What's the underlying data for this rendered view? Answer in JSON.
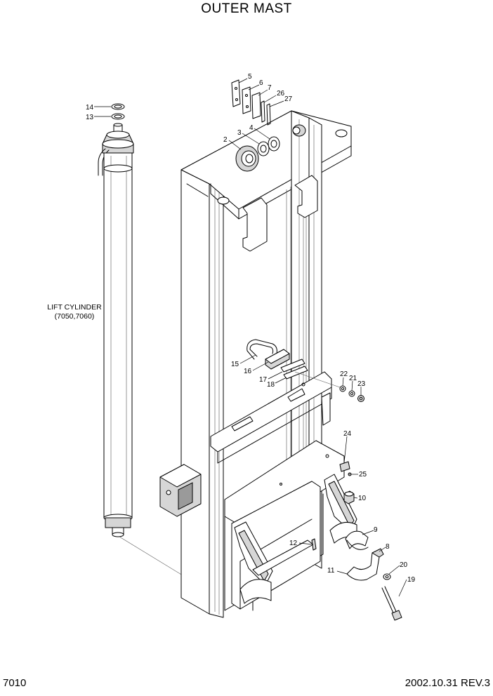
{
  "title": "OUTER MAST",
  "page_code": "7010",
  "revision": "2002.10.31 REV.3",
  "cylinder_label": {
    "line1": "LIFT CYLINDER",
    "line2": "(7050,7060)"
  },
  "callouts": {
    "c2": "2",
    "c3": "3",
    "c4": "4",
    "c5": "5",
    "c6": "6",
    "c7": "7",
    "c8": "8",
    "c9": "9",
    "c10": "10",
    "c11": "11",
    "c12": "12",
    "c13": "13",
    "c14": "14",
    "c15": "15",
    "c16": "16",
    "c17": "17",
    "c18": "18",
    "c19": "19",
    "c20": "20",
    "c21": "21",
    "c22": "22",
    "c23": "23",
    "c24": "24",
    "c25": "25",
    "c26": "26",
    "c27": "27"
  }
}
